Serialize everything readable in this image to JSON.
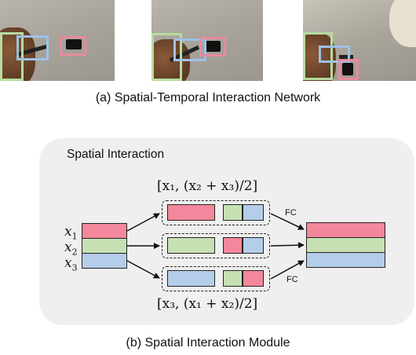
{
  "part_a": {
    "caption": "(a) Spatial-Temporal Interaction Network"
  },
  "part_b": {
    "panel_title": "Spatial Interaction",
    "input_labels": [
      "x1",
      "x2",
      "x3"
    ],
    "top_formula": "[x₁, (x₂ + x₃)/2]",
    "bottom_formula": "[x₃, (x₁ + x₂)/2]",
    "fc_label": "FC",
    "caption": "(b) Spatial Interaction Module"
  },
  "colors": {
    "pink": "#f3879b",
    "green": "#c6e0b4",
    "blue": "#b4cde9",
    "panel": "#efefef"
  }
}
